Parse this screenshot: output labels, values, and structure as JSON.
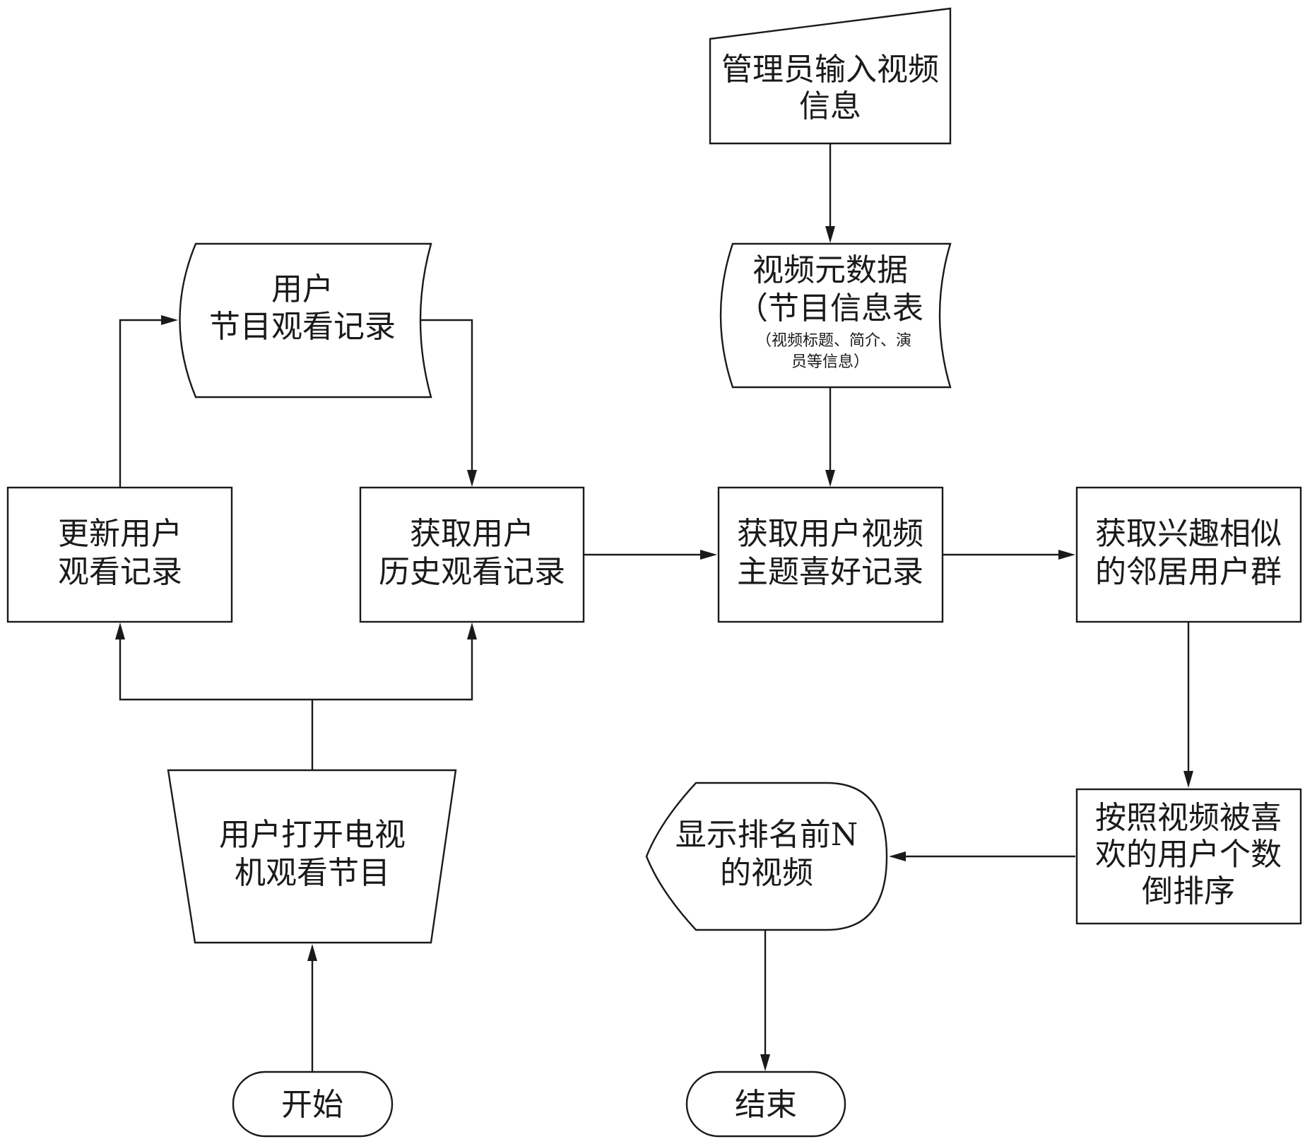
{
  "nodes": {
    "admin_input": {
      "lines": [
        "管理员输入视频",
        "信息"
      ]
    },
    "metadata_table": {
      "lines": [
        "视频元数据",
        "（节目信息表"
      ],
      "sub_lines": [
        "（视频标题、简介、演",
        "员等信息）"
      ]
    },
    "user_record_store": {
      "lines": [
        "用户",
        "节目观看记录"
      ]
    },
    "update_record": {
      "lines": [
        "更新用户",
        "观看记录"
      ]
    },
    "get_history": {
      "lines": [
        "获取用户",
        "历史观看记录"
      ]
    },
    "get_preference": {
      "lines": [
        "获取用户视频",
        "主题喜好记录"
      ]
    },
    "get_neighbors": {
      "lines": [
        "获取兴趣相似",
        "的邻居用户群"
      ]
    },
    "open_tv": {
      "lines": [
        "用户打开电视",
        "机观看节目"
      ]
    },
    "sort_videos": {
      "lines": [
        "按照视频被喜",
        "欢的用户个数",
        "倒排序"
      ]
    },
    "display_top": {
      "lines": [
        "显示排名前N",
        "的视频"
      ]
    },
    "start": {
      "lines": [
        "开始"
      ]
    },
    "end": {
      "lines": [
        "结束"
      ]
    }
  },
  "edges": [
    {
      "from": "admin_input",
      "to": "metadata_table"
    },
    {
      "from": "metadata_table",
      "to": "get_preference"
    },
    {
      "from": "update_record",
      "to": "user_record_store"
    },
    {
      "from": "user_record_store",
      "to": "get_history"
    },
    {
      "from": "get_history",
      "to": "get_preference"
    },
    {
      "from": "get_preference",
      "to": "get_neighbors"
    },
    {
      "from": "get_neighbors",
      "to": "sort_videos"
    },
    {
      "from": "sort_videos",
      "to": "display_top"
    },
    {
      "from": "display_top",
      "to": "end"
    },
    {
      "from": "start",
      "to": "open_tv"
    },
    {
      "from": "open_tv",
      "to": "update_record"
    },
    {
      "from": "open_tv",
      "to": "get_history"
    }
  ]
}
